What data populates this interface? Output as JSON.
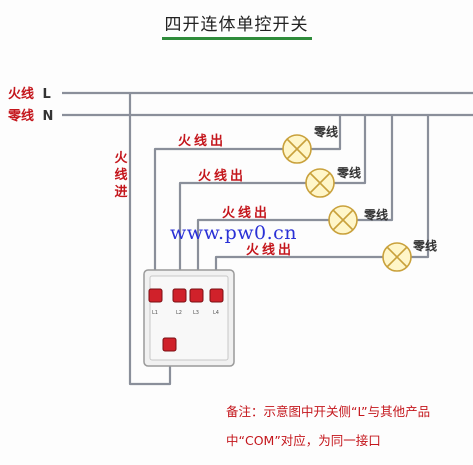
{
  "title": "四开连体单控开关",
  "lines": {
    "live": {
      "name": "火线",
      "code": "L"
    },
    "neutral": {
      "name": "零线",
      "code": "N"
    }
  },
  "live_in_label": [
    "火",
    "线",
    "进"
  ],
  "outputs": [
    {
      "out_label": "火线出",
      "neutral_label": "零线"
    },
    {
      "out_label": "火线出",
      "neutral_label": "零线"
    },
    {
      "out_label": "火线出",
      "neutral_label": "零线"
    },
    {
      "out_label": "火线出",
      "neutral_label": "零线"
    }
  ],
  "switch_terminals": [
    "L1",
    "L2",
    "L3",
    "L4"
  ],
  "watermark": "www.pw0.cn",
  "note": {
    "line1": "备注：示意图中开关侧“L”与其他产品",
    "line2": "中“COM”对应，为同一接口"
  },
  "colors": {
    "wire": "#8a8f9a",
    "red": "#c4161c",
    "lamp_fill": "#fff6c9",
    "lamp_stroke": "#c9a13b",
    "title_underline": "#2e8b3a"
  }
}
